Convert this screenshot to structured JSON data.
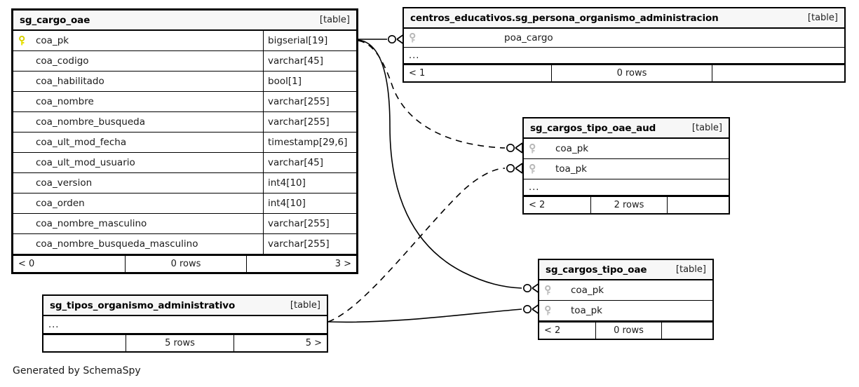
{
  "diagram": {
    "caption": "Generated by SchemaSpy",
    "table_tag": "[table]",
    "ellipsis": "...",
    "colors": {
      "primary_key_icon": "#e8e000",
      "foreign_key_icon": "#b8b8b8",
      "border": "#000000",
      "header_bg": "#f7f7f7",
      "background": "#ffffff"
    }
  },
  "tables": [
    {
      "id": "sg_cargo_oae",
      "title": "sg_cargo_oae",
      "tag": "[table]",
      "columns": [
        {
          "name": "coa_pk",
          "type": "bigserial[19]",
          "key": "primary"
        },
        {
          "name": "coa_codigo",
          "type": "varchar[45]",
          "key": "none"
        },
        {
          "name": "coa_habilitado",
          "type": "bool[1]",
          "key": "none"
        },
        {
          "name": "coa_nombre",
          "type": "varchar[255]",
          "key": "none"
        },
        {
          "name": "coa_nombre_busqueda",
          "type": "varchar[255]",
          "key": "none"
        },
        {
          "name": "coa_ult_mod_fecha",
          "type": "timestamp[29,6]",
          "key": "none"
        },
        {
          "name": "coa_ult_mod_usuario",
          "type": "varchar[45]",
          "key": "none"
        },
        {
          "name": "coa_version",
          "type": "int4[10]",
          "key": "none"
        },
        {
          "name": "coa_orden",
          "type": "int4[10]",
          "key": "none"
        },
        {
          "name": "coa_nombre_masculino",
          "type": "varchar[255]",
          "key": "none"
        },
        {
          "name": "coa_nombre_busqueda_masculino",
          "type": "varchar[255]",
          "key": "none"
        }
      ],
      "has_ellipsis": false,
      "footer": {
        "left": "< 0",
        "middle": "0 rows",
        "right": "3 >"
      }
    },
    {
      "id": "centros_educativos_sg_persona_organismo_administracion",
      "title": "centros_educativos.sg_persona_organismo_administracion",
      "tag": "[table]",
      "columns": [
        {
          "name": "poa_cargo",
          "type": "",
          "key": "foreign"
        }
      ],
      "has_ellipsis": true,
      "footer": {
        "left": "< 1",
        "middle": "0 rows",
        "right": ""
      }
    },
    {
      "id": "sg_cargos_tipo_oae_aud",
      "title": "sg_cargos_tipo_oae_aud",
      "tag": "[table]",
      "columns": [
        {
          "name": "coa_pk",
          "type": "",
          "key": "foreign"
        },
        {
          "name": "toa_pk",
          "type": "",
          "key": "foreign"
        }
      ],
      "has_ellipsis": true,
      "footer": {
        "left": "< 2",
        "middle": "2 rows",
        "right": ""
      }
    },
    {
      "id": "sg_cargos_tipo_oae",
      "title": "sg_cargos_tipo_oae",
      "tag": "[table]",
      "columns": [
        {
          "name": "coa_pk",
          "type": "",
          "key": "foreign"
        },
        {
          "name": "toa_pk",
          "type": "",
          "key": "foreign"
        }
      ],
      "has_ellipsis": false,
      "footer": {
        "left": "< 2",
        "middle": "0 rows",
        "right": ""
      }
    },
    {
      "id": "sg_tipos_organismo_administrativo",
      "title": "sg_tipos_organismo_administrativo",
      "tag": "[table]",
      "columns": [],
      "has_ellipsis": true,
      "footer": {
        "left": "",
        "middle": "5 rows",
        "right": "5 >"
      }
    }
  ],
  "relationships": [
    {
      "id": "rel-coa-poa",
      "from": "sg_cargo_oae.coa_pk",
      "to": "centros_educativos.sg_persona_organismo_administracion.poa_cargo",
      "style": "solid"
    },
    {
      "id": "rel-coa-aud",
      "from": "sg_cargo_oae.coa_pk",
      "to": "sg_cargos_tipo_oae_aud.coa_pk",
      "style": "dashed"
    },
    {
      "id": "rel-coa-tipo",
      "from": "sg_cargo_oae.coa_pk",
      "to": "sg_cargos_tipo_oae.coa_pk",
      "style": "solid"
    },
    {
      "id": "rel-toa-aud",
      "from": "sg_tipos_organismo_administrativo",
      "to": "sg_cargos_tipo_oae_aud.toa_pk",
      "style": "dashed"
    },
    {
      "id": "rel-toa-tipo",
      "from": "sg_tipos_organismo_administrativo",
      "to": "sg_cargos_tipo_oae.toa_pk",
      "style": "solid"
    }
  ]
}
